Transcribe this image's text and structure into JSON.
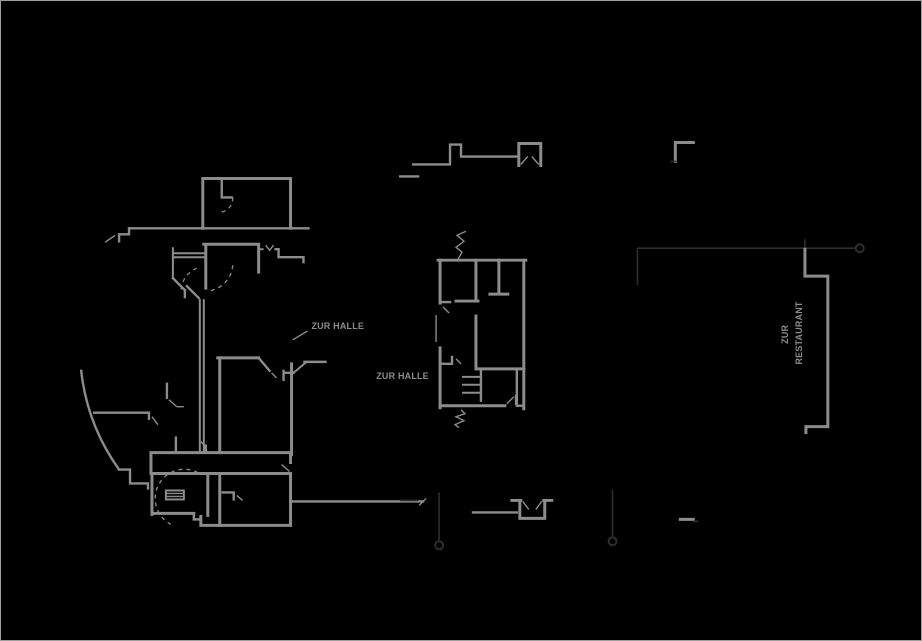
{
  "meta": {
    "drawing_type": "architectural-floor-plan",
    "description": "Black-background floor plan with gray walls, stair block, elevators, door swings and leader lines"
  },
  "labels": {
    "hall_upper": "ZUR HALLE",
    "hall_lower": "ZUR HALLE",
    "restaurant_line1": "ZUR",
    "restaurant_line2": "RESTAURANT"
  },
  "colors": {
    "background": "#000000",
    "wall": "#8c8c8c",
    "leader": "#2e2e2e",
    "label_text": "#8c8c8c",
    "frame": "#9e9e9e"
  }
}
